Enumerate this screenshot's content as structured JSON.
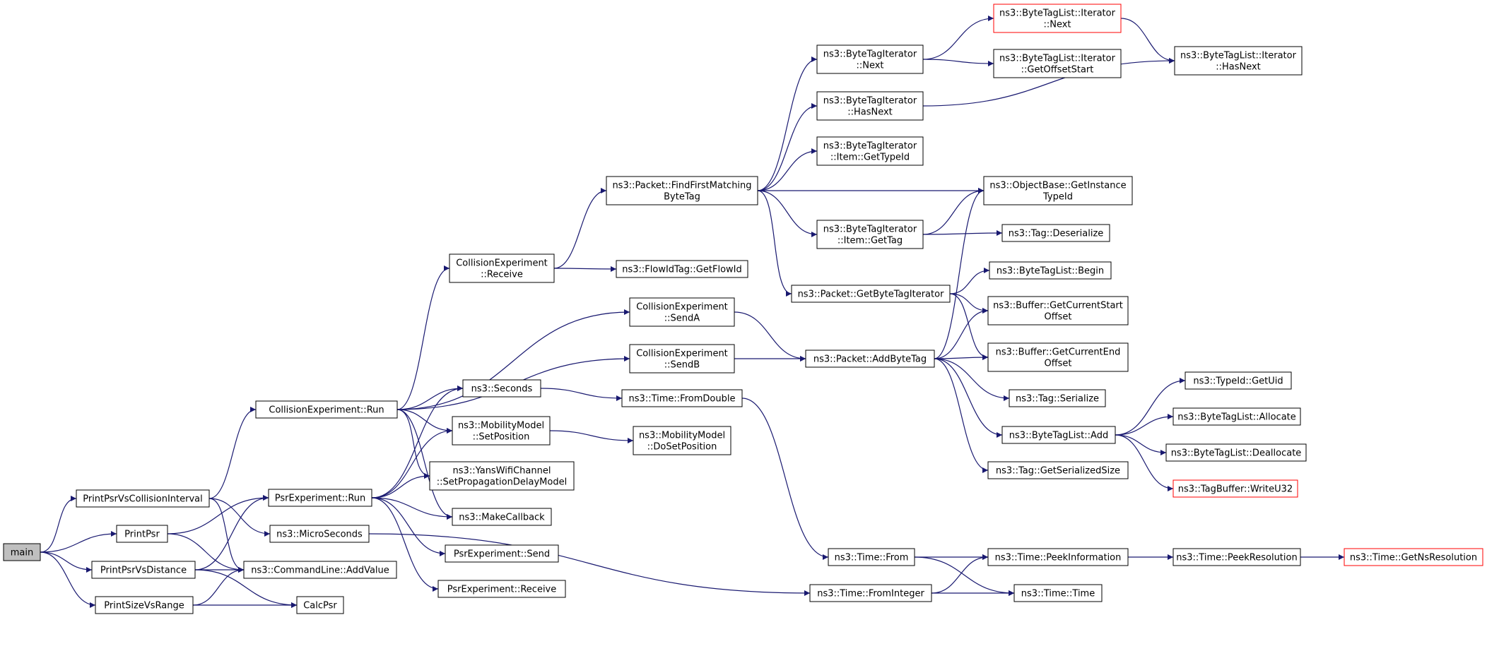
{
  "colors": {
    "edge": "#191970",
    "node_border": "#000000",
    "truncated_border": "#ff0000",
    "root_fill": "#bfbfbf",
    "node_fill": "#ffffff"
  },
  "nodes": [
    {
      "id": "main",
      "lines": [
        "main"
      ],
      "root": true
    },
    {
      "id": "PrintPsrVsCollisionInterval",
      "lines": [
        "PrintPsrVsCollisionInterval"
      ]
    },
    {
      "id": "PrintPsr",
      "lines": [
        "PrintPsr"
      ]
    },
    {
      "id": "PrintPsrVsDistance",
      "lines": [
        "PrintPsrVsDistance"
      ]
    },
    {
      "id": "PrintSizeVsRange",
      "lines": [
        "PrintSizeVsRange"
      ]
    },
    {
      "id": "CollisionExperimentRun",
      "lines": [
        "CollisionExperiment::Run"
      ]
    },
    {
      "id": "PsrExperimentRun",
      "lines": [
        "PsrExperiment::Run"
      ]
    },
    {
      "id": "MicroSeconds",
      "lines": [
        "ns3::MicroSeconds"
      ]
    },
    {
      "id": "CommandLineAddValue",
      "lines": [
        "ns3::CommandLine::AddValue"
      ]
    },
    {
      "id": "CalcPsr",
      "lines": [
        "CalcPsr"
      ]
    },
    {
      "id": "CollisionExperimentReceive",
      "lines": [
        "CollisionExperiment",
        "::Receive"
      ]
    },
    {
      "id": "Seconds",
      "lines": [
        "ns3::Seconds"
      ]
    },
    {
      "id": "MobilityModelSetPosition",
      "lines": [
        "ns3::MobilityModel",
        "::SetPosition"
      ]
    },
    {
      "id": "YansSetPropagation",
      "lines": [
        "ns3::YansWifiChannel",
        "::SetPropagationDelayModel"
      ]
    },
    {
      "id": "MakeCallback",
      "lines": [
        "ns3::MakeCallback"
      ]
    },
    {
      "id": "PsrExperimentSend",
      "lines": [
        "PsrExperiment::Send"
      ]
    },
    {
      "id": "PsrExperimentReceive",
      "lines": [
        "PsrExperiment::Receive"
      ]
    },
    {
      "id": "FindFirstMatching",
      "lines": [
        "ns3::Packet::FindFirstMatching",
        "ByteTag"
      ]
    },
    {
      "id": "FlowIdTag",
      "lines": [
        "ns3::FlowIdTag::GetFlowId"
      ]
    },
    {
      "id": "SendA",
      "lines": [
        "CollisionExperiment",
        "::SendA"
      ]
    },
    {
      "id": "SendB",
      "lines": [
        "CollisionExperiment",
        "::SendB"
      ]
    },
    {
      "id": "TimeFromDouble",
      "lines": [
        "ns3::Time::FromDouble"
      ]
    },
    {
      "id": "DoSetPosition",
      "lines": [
        "ns3::MobilityModel",
        "::DoSetPosition"
      ]
    },
    {
      "id": "TimeFrom",
      "lines": [
        "ns3::Time::From"
      ]
    },
    {
      "id": "TimeFromInteger",
      "lines": [
        "ns3::Time::FromInteger"
      ]
    },
    {
      "id": "BTINext",
      "lines": [
        "ns3::ByteTagIterator",
        "::Next"
      ]
    },
    {
      "id": "BTIHasNext",
      "lines": [
        "ns3::ByteTagIterator",
        "::HasNext"
      ]
    },
    {
      "id": "BTIItemGetTypeId",
      "lines": [
        "ns3::ByteTagIterator",
        "::Item::GetTypeId"
      ]
    },
    {
      "id": "BTIItemGetTag",
      "lines": [
        "ns3::ByteTagIterator",
        "::Item::GetTag"
      ]
    },
    {
      "id": "GetByteTagIterator",
      "lines": [
        "ns3::Packet::GetByteTagIterator"
      ]
    },
    {
      "id": "AddByteTag",
      "lines": [
        "ns3::Packet::AddByteTag"
      ]
    },
    {
      "id": "BTLIterNext",
      "lines": [
        "ns3::ByteTagList::Iterator",
        "::Next"
      ],
      "truncated": true
    },
    {
      "id": "BTLIterGetOffsetStart",
      "lines": [
        "ns3::ByteTagList::Iterator",
        "::GetOffsetStart"
      ]
    },
    {
      "id": "BTLIterHasNext",
      "lines": [
        "ns3::ByteTagList::Iterator",
        "::HasNext"
      ]
    },
    {
      "id": "ObjectBaseGetInstanceTypeId",
      "lines": [
        "ns3::ObjectBase::GetInstance",
        "TypeId"
      ]
    },
    {
      "id": "TagDeserialize",
      "lines": [
        "ns3::Tag::Deserialize"
      ]
    },
    {
      "id": "BTLBegin",
      "lines": [
        "ns3::ByteTagList::Begin"
      ]
    },
    {
      "id": "BufferGetCurrentStartOffset",
      "lines": [
        "ns3::Buffer::GetCurrentStart",
        "Offset"
      ]
    },
    {
      "id": "BufferGetCurrentEndOffset",
      "lines": [
        "ns3::Buffer::GetCurrentEnd",
        "Offset"
      ]
    },
    {
      "id": "TagSerialize",
      "lines": [
        "ns3::Tag::Serialize"
      ]
    },
    {
      "id": "BTLAdd",
      "lines": [
        "ns3::ByteTagList::Add"
      ]
    },
    {
      "id": "TagGetSerializedSize",
      "lines": [
        "ns3::Tag::GetSerializedSize"
      ]
    },
    {
      "id": "TimePeekInformation",
      "lines": [
        "ns3::Time::PeekInformation"
      ]
    },
    {
      "id": "TimeTime",
      "lines": [
        "ns3::Time::Time"
      ]
    },
    {
      "id": "TypeIdGetUid",
      "lines": [
        "ns3::TypeId::GetUid"
      ]
    },
    {
      "id": "BTLAllocate",
      "lines": [
        "ns3::ByteTagList::Allocate"
      ]
    },
    {
      "id": "BTLDeallocate",
      "lines": [
        "ns3::ByteTagList::Deallocate"
      ]
    },
    {
      "id": "TagBufferWriteU32",
      "lines": [
        "ns3::TagBuffer::WriteU32"
      ],
      "truncated": true
    },
    {
      "id": "TimePeekResolution",
      "lines": [
        "ns3::Time::PeekResolution"
      ]
    },
    {
      "id": "TimeGetNsResolution",
      "lines": [
        "ns3::Time::GetNsResolution"
      ],
      "truncated": true
    }
  ],
  "edges": [
    [
      "main",
      "PrintPsrVsCollisionInterval"
    ],
    [
      "main",
      "PrintPsr"
    ],
    [
      "main",
      "PrintPsrVsDistance"
    ],
    [
      "main",
      "PrintSizeVsRange"
    ],
    [
      "PrintPsrVsCollisionInterval",
      "CollisionExperimentRun"
    ],
    [
      "PrintPsrVsCollisionInterval",
      "MicroSeconds"
    ],
    [
      "PrintPsrVsCollisionInterval",
      "CommandLineAddValue"
    ],
    [
      "PrintPsr",
      "PsrExperimentRun"
    ],
    [
      "PrintPsr",
      "CommandLineAddValue"
    ],
    [
      "PrintPsrVsDistance",
      "PsrExperimentRun"
    ],
    [
      "PrintPsrVsDistance",
      "CommandLineAddValue"
    ],
    [
      "PrintPsrVsDistance",
      "CalcPsr"
    ],
    [
      "PrintSizeVsRange",
      "CommandLineAddValue"
    ],
    [
      "PrintSizeVsRange",
      "CalcPsr"
    ],
    [
      "CollisionExperimentRun",
      "CollisionExperimentReceive"
    ],
    [
      "CollisionExperimentRun",
      "SendA"
    ],
    [
      "CollisionExperimentRun",
      "SendB"
    ],
    [
      "CollisionExperimentRun",
      "Seconds"
    ],
    [
      "CollisionExperimentRun",
      "MobilityModelSetPosition"
    ],
    [
      "CollisionExperimentRun",
      "YansSetPropagation"
    ],
    [
      "CollisionExperimentRun",
      "MakeCallback"
    ],
    [
      "PsrExperimentRun",
      "Seconds"
    ],
    [
      "PsrExperimentRun",
      "MobilityModelSetPosition"
    ],
    [
      "PsrExperimentRun",
      "YansSetPropagation"
    ],
    [
      "PsrExperimentRun",
      "MakeCallback"
    ],
    [
      "PsrExperimentRun",
      "PsrExperimentSend"
    ],
    [
      "PsrExperimentRun",
      "PsrExperimentReceive"
    ],
    [
      "MicroSeconds",
      "TimeFromInteger"
    ],
    [
      "CollisionExperimentReceive",
      "FindFirstMatching"
    ],
    [
      "CollisionExperimentReceive",
      "FlowIdTag"
    ],
    [
      "SendA",
      "AddByteTag"
    ],
    [
      "SendB",
      "AddByteTag"
    ],
    [
      "Seconds",
      "TimeFromDouble"
    ],
    [
      "MobilityModelSetPosition",
      "DoSetPosition"
    ],
    [
      "TimeFromDouble",
      "TimeFrom"
    ],
    [
      "TimeFrom",
      "TimePeekInformation"
    ],
    [
      "TimeFrom",
      "TimeTime"
    ],
    [
      "TimeFromInteger",
      "TimePeekInformation"
    ],
    [
      "TimeFromInteger",
      "TimeTime"
    ],
    [
      "TimePeekInformation",
      "TimePeekResolution"
    ],
    [
      "TimePeekResolution",
      "TimeGetNsResolution"
    ],
    [
      "FindFirstMatching",
      "BTINext"
    ],
    [
      "FindFirstMatching",
      "BTIHasNext"
    ],
    [
      "FindFirstMatching",
      "BTIItemGetTypeId"
    ],
    [
      "FindFirstMatching",
      "ObjectBaseGetInstanceTypeId"
    ],
    [
      "FindFirstMatching",
      "BTIItemGetTag"
    ],
    [
      "FindFirstMatching",
      "GetByteTagIterator"
    ],
    [
      "BTINext",
      "BTLIterNext"
    ],
    [
      "BTINext",
      "BTLIterGetOffsetStart"
    ],
    [
      "BTLIterNext",
      "BTLIterHasNext"
    ],
    [
      "BTIHasNext",
      "BTLIterHasNext"
    ],
    [
      "BTIItemGetTag",
      "ObjectBaseGetInstanceTypeId"
    ],
    [
      "BTIItemGetTag",
      "TagDeserialize"
    ],
    [
      "GetByteTagIterator",
      "BTLBegin"
    ],
    [
      "GetByteTagIterator",
      "BufferGetCurrentStartOffset"
    ],
    [
      "GetByteTagIterator",
      "BufferGetCurrentEndOffset"
    ],
    [
      "AddByteTag",
      "ObjectBaseGetInstanceTypeId"
    ],
    [
      "AddByteTag",
      "BufferGetCurrentStartOffset"
    ],
    [
      "AddByteTag",
      "BufferGetCurrentEndOffset"
    ],
    [
      "AddByteTag",
      "TagSerialize"
    ],
    [
      "AddByteTag",
      "BTLAdd"
    ],
    [
      "AddByteTag",
      "TagGetSerializedSize"
    ],
    [
      "BTLAdd",
      "TypeIdGetUid"
    ],
    [
      "BTLAdd",
      "BTLAllocate"
    ],
    [
      "BTLAdd",
      "BTLDeallocate"
    ],
    [
      "BTLAdd",
      "TagBufferWriteU32"
    ]
  ]
}
